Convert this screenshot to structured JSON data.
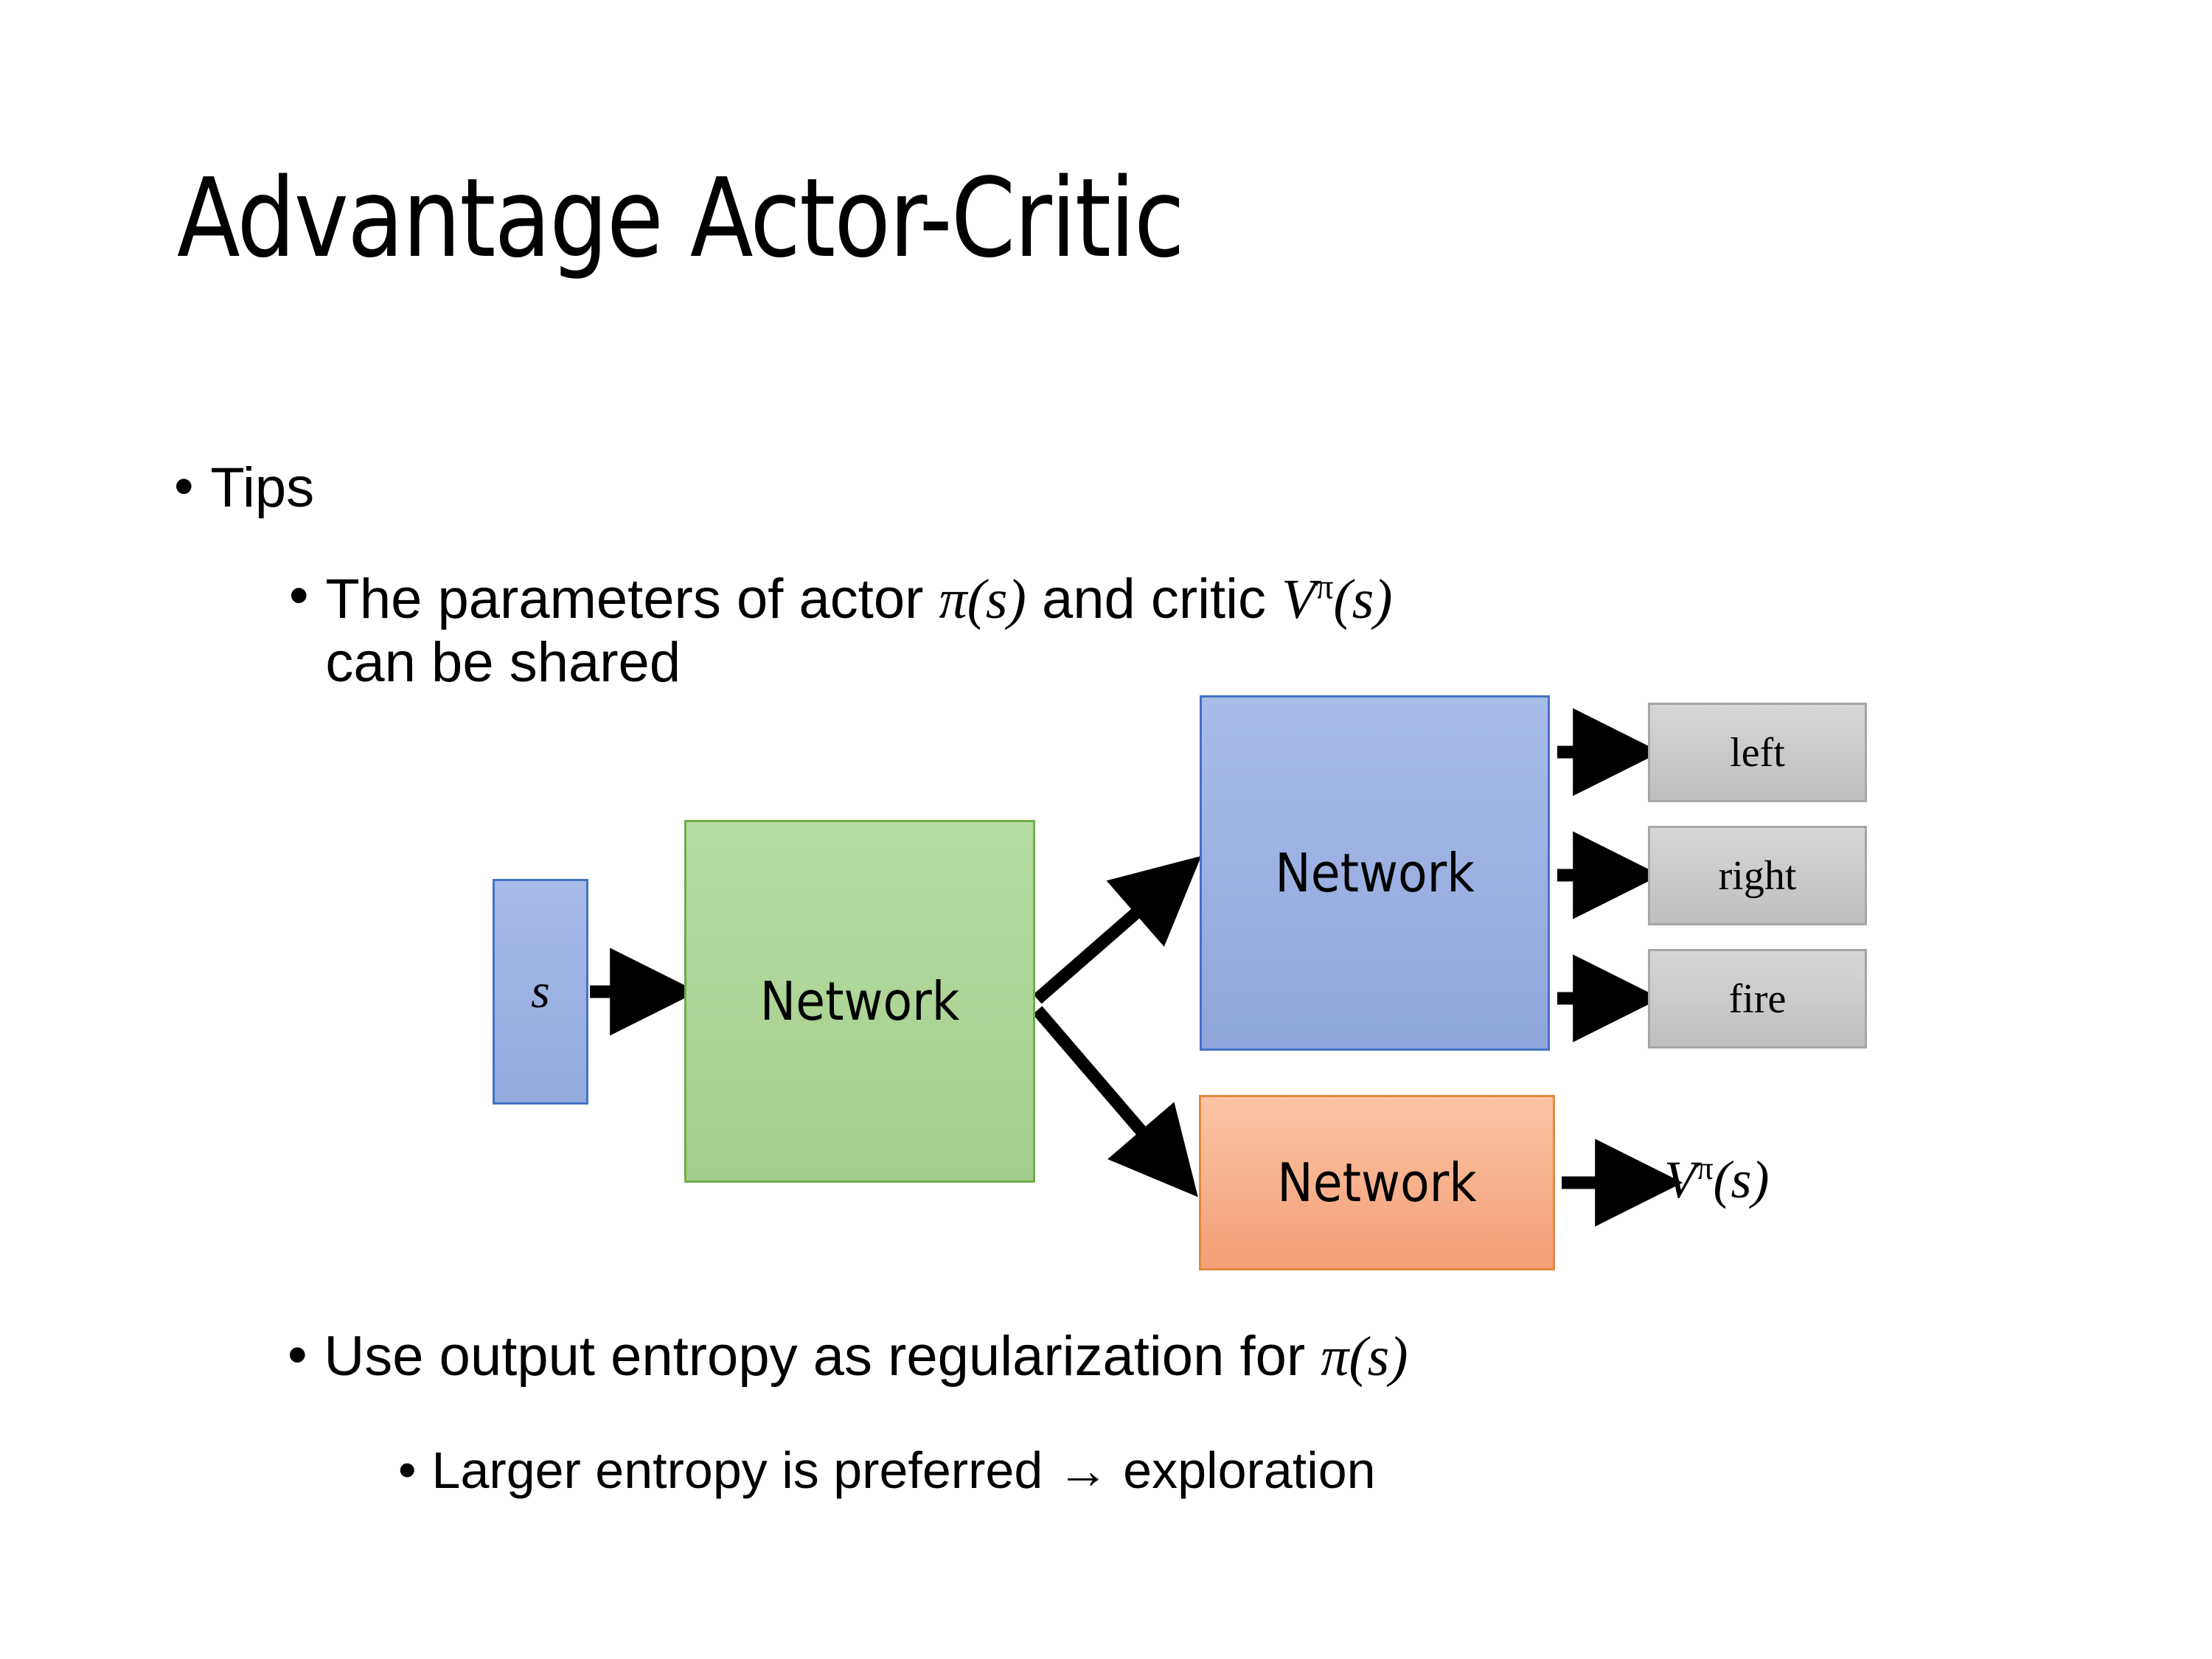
{
  "slide": {
    "title": "Advantage Actor-Critic",
    "background_color": "#FFFFFF"
  },
  "bullets": {
    "level1_tips": {
      "marker": "•",
      "text": "Tips"
    },
    "level2_params": {
      "marker": "•",
      "text_part1": "The parameters of actor ",
      "math_actor_pi": "π",
      "math_actor_args": "(s)",
      "text_part2": "  and critic ",
      "math_critic_V": "V",
      "math_critic_sup": "π",
      "math_critic_args": "(s)",
      "text_part3": "can be shared"
    },
    "level2_entropy": {
      "marker": "•",
      "text": "Use output entropy as regularization for ",
      "math_pi": "π",
      "math_args": "(s)"
    },
    "level3_larger": {
      "marker": "•",
      "text": "Larger entropy is preferred → exploration"
    }
  },
  "diagram": {
    "input_box": {
      "label": "s",
      "fill": "#93A9DD",
      "border": "#4472C4"
    },
    "shared_network": {
      "label": "Network",
      "fill": "#A5CE8C",
      "border": "#70AD47"
    },
    "actor_network": {
      "label": "Network",
      "fill": "#8FA6DC",
      "border": "#4472C4"
    },
    "critic_network": {
      "label": "Network",
      "fill": "#F49F76",
      "border": "#E28A3E"
    },
    "action_outputs": [
      {
        "label": "left",
        "fill": "#BFBFBF",
        "border": "#A6A6A6"
      },
      {
        "label": "right",
        "fill": "#BFBFBF",
        "border": "#A6A6A6"
      },
      {
        "label": "fire",
        "fill": "#BFBFBF",
        "border": "#A6A6A6"
      }
    ],
    "critic_output": {
      "symbol_V": "V",
      "symbol_sup": "π",
      "symbol_args": "(s)"
    },
    "arrow_color": "#000000"
  }
}
